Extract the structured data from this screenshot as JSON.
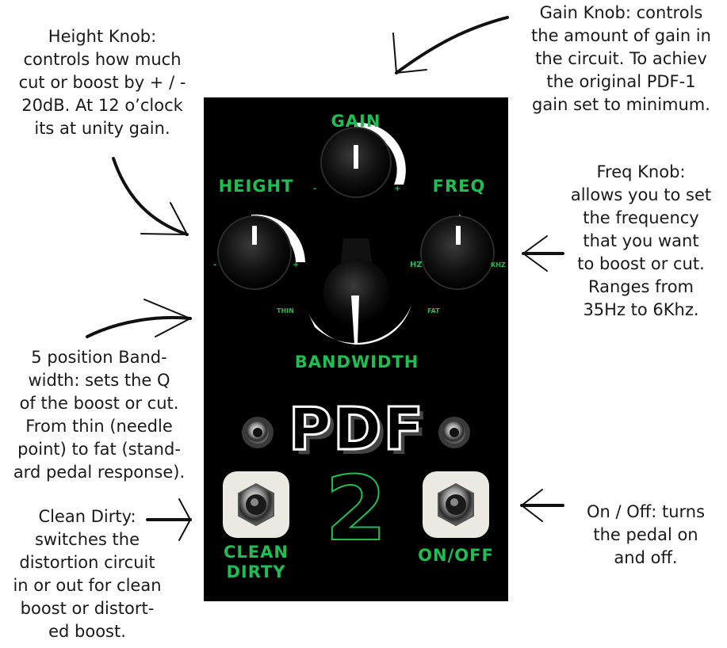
{
  "annotations": {
    "height": [
      "Height Knob:",
      "controls how much",
      "cut or boost by + / -",
      "20dB. At 12 o’clock",
      "its at unity gain."
    ],
    "gain": [
      "Gain Knob: controls",
      "the amount of gain in",
      "the circuit. To achiev",
      "the original PDF-1",
      "gain set to minimum."
    ],
    "freq": [
      "Freq Knob:",
      "allows you to set",
      "the frequency",
      "that you want",
      "to boost or cut.",
      "Ranges from",
      "35Hz to 6Khz."
    ],
    "bandwidth": [
      "5 position Band-",
      "width: sets the Q",
      "of the boost or cut.",
      "From thin (needle",
      "point) to fat (stand-",
      "ard pedal response)."
    ],
    "clean_dirty": [
      "Clean Dirty:",
      "switches the",
      "distortion circuit",
      "in or out for clean",
      "boost or distort-",
      "ed boost."
    ],
    "on_off": [
      "On / Off: turns",
      "the pedal on",
      "and off."
    ]
  },
  "pedal": {
    "gain_label": "GAIN",
    "height_label": "HEIGHT",
    "freq_label": "FREQ",
    "bandwidth_label": "BANDWIDTH",
    "minus": "-",
    "plus": "+",
    "hz": "HZ",
    "khz": "KHZ",
    "thin": "THIN",
    "fat": "FAT",
    "logo_text": "PDF",
    "logo_number": "2",
    "clean_label_1": "CLEAN",
    "clean_label_2": "DIRTY",
    "onoff_label": "ON/OFF"
  },
  "colors": {
    "label_green": "#1fbe55",
    "pedal_body": "#000000",
    "text": "#1a1a1a"
  }
}
